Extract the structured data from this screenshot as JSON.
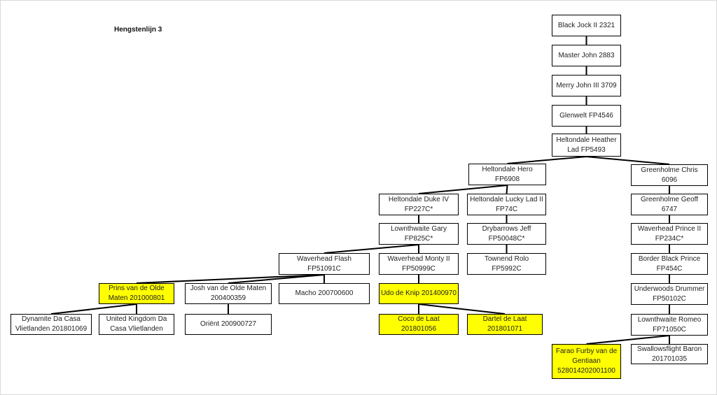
{
  "title": "Hengstenlijn 3",
  "colors": {
    "highlight": "#ffff00",
    "border": "#000000",
    "background": "#ffffff"
  },
  "nodes": [
    {
      "id": "black-jock",
      "label": "Black Jock II 2321",
      "highlight": false
    },
    {
      "id": "master-john",
      "label": "Master John 2883",
      "highlight": false
    },
    {
      "id": "merry-john",
      "label": "Merry John III 3709",
      "highlight": false
    },
    {
      "id": "glenwelt",
      "label": "Glenwelt FP4546",
      "highlight": false
    },
    {
      "id": "heltondale-heather",
      "label": "Heltondale Heather Lad FP5493",
      "highlight": false
    },
    {
      "id": "heltondale-hero",
      "label": "Heltondale Hero FP6908",
      "highlight": false
    },
    {
      "id": "greenholme-chris",
      "label": "Greenholme Chris 6096",
      "highlight": false
    },
    {
      "id": "heltondale-duke",
      "label": "Heltondale Duke IV FP227C*",
      "highlight": false
    },
    {
      "id": "heltondale-lucky",
      "label": "Heltondale Lucky Lad II FP74C",
      "highlight": false
    },
    {
      "id": "greenholme-geoff",
      "label": "Greenholme Geoff 6747",
      "highlight": false
    },
    {
      "id": "lownthwaite-gary",
      "label": "Lownthwaite Gary FP825C*",
      "highlight": false
    },
    {
      "id": "drybarrows-jeff",
      "label": "Drybarrows Jeff FP50048C*",
      "highlight": false
    },
    {
      "id": "waverhead-prince",
      "label": "Waverhead Prince II FP234C*",
      "highlight": false
    },
    {
      "id": "waverhead-flash",
      "label": "Waverhead Flash FP51091C",
      "highlight": false
    },
    {
      "id": "waverhead-monty",
      "label": "Waverhead Monty II FP50999C",
      "highlight": false
    },
    {
      "id": "townend-rolo",
      "label": "Townend Rolo FP5992C",
      "highlight": false
    },
    {
      "id": "border-black-prince",
      "label": "Border Black Prince FP454C",
      "highlight": false
    },
    {
      "id": "prins-olde-maten",
      "label": "Prins van de Olde Maten 201000801",
      "highlight": true
    },
    {
      "id": "josh-olde-maten",
      "label": "Josh van de Olde Maten 200400359",
      "highlight": false
    },
    {
      "id": "macho",
      "label": "Macho 200700600",
      "highlight": false
    },
    {
      "id": "udo-knip",
      "label": "Udo de Knip 201400970",
      "highlight": true
    },
    {
      "id": "underwoods-drummer",
      "label": "Underwoods Drummer FP50102C",
      "highlight": false
    },
    {
      "id": "dynamite",
      "label": "Dynamite Da Casa Vlietlanden 201801069",
      "highlight": false
    },
    {
      "id": "united-kingdom",
      "label": "United Kingdom Da Casa Vlietlanden",
      "highlight": false
    },
    {
      "id": "orient",
      "label": "Oriënt 200900727",
      "highlight": false
    },
    {
      "id": "coco-laat",
      "label": "Coco de Laat 201801056",
      "highlight": true
    },
    {
      "id": "dartel-laat",
      "label": "Dartel de Laat 201801071",
      "highlight": true
    },
    {
      "id": "lownthwaite-romeo",
      "label": "Lownthwaite Romeo FP71050C",
      "highlight": false
    },
    {
      "id": "farao-furby",
      "label": "Farao Furby van de Gentiaan 528014202001100",
      "highlight": true
    },
    {
      "id": "swallowsflight",
      "label": "Swallowsflight Baron 201701035",
      "highlight": false
    }
  ],
  "edges": [
    [
      "black-jock",
      "master-john"
    ],
    [
      "master-john",
      "merry-john"
    ],
    [
      "merry-john",
      "glenwelt"
    ],
    [
      "glenwelt",
      "heltondale-heather"
    ],
    [
      "heltondale-heather",
      "heltondale-hero"
    ],
    [
      "heltondale-heather",
      "greenholme-chris"
    ],
    [
      "heltondale-hero",
      "heltondale-duke"
    ],
    [
      "heltondale-hero",
      "heltondale-lucky"
    ],
    [
      "greenholme-chris",
      "greenholme-geoff"
    ],
    [
      "heltondale-duke",
      "lownthwaite-gary"
    ],
    [
      "heltondale-lucky",
      "drybarrows-jeff"
    ],
    [
      "greenholme-geoff",
      "waverhead-prince"
    ],
    [
      "lownthwaite-gary",
      "waverhead-flash"
    ],
    [
      "lownthwaite-gary",
      "waverhead-monty"
    ],
    [
      "drybarrows-jeff",
      "townend-rolo"
    ],
    [
      "waverhead-prince",
      "border-black-prince"
    ],
    [
      "waverhead-flash",
      "prins-olde-maten"
    ],
    [
      "waverhead-flash",
      "josh-olde-maten"
    ],
    [
      "waverhead-flash",
      "macho"
    ],
    [
      "waverhead-monty",
      "udo-knip"
    ],
    [
      "border-black-prince",
      "underwoods-drummer"
    ],
    [
      "prins-olde-maten",
      "dynamite"
    ],
    [
      "prins-olde-maten",
      "united-kingdom"
    ],
    [
      "josh-olde-maten",
      "orient"
    ],
    [
      "udo-knip",
      "coco-laat"
    ],
    [
      "udo-knip",
      "dartel-laat"
    ],
    [
      "underwoods-drummer",
      "lownthwaite-romeo"
    ],
    [
      "lownthwaite-romeo",
      "farao-furby"
    ],
    [
      "lownthwaite-romeo",
      "swallowsflight"
    ]
  ]
}
